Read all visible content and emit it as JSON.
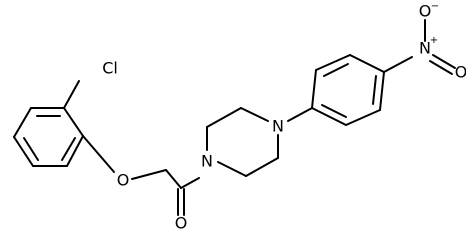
{
  "molecule": {
    "atoms": {
      "chlorine": "Cl",
      "ether_oxygen": "O",
      "carbonyl_oxygen": "O",
      "amide_nitrogen": "N",
      "aryl_nitrogen": "N",
      "nitro_nitrogen": "N",
      "nitro_nitrogen_charge": "+",
      "nitro_oxygen_top": "O",
      "nitro_oxygen_top_charge": "−",
      "nitro_oxygen_right": "O"
    }
  },
  "colors": {
    "bond": "#000000",
    "label": "#000000",
    "background": "#ffffff"
  }
}
